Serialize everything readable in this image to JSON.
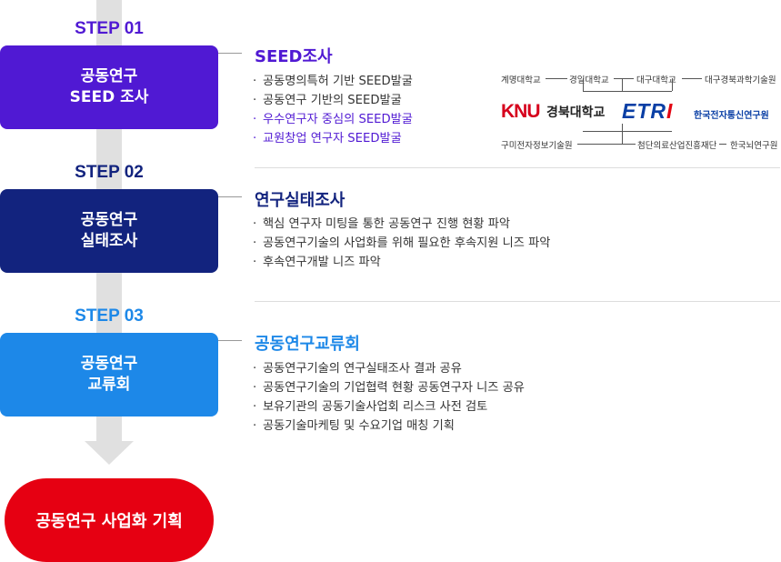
{
  "steps": [
    {
      "label": "STEP 01",
      "line1": "공동연구",
      "line2": "SEED 조사",
      "color": "#5019d3"
    },
    {
      "label": "STEP 02",
      "line1": "공동연구",
      "line2": "실태조사",
      "color": "#12237e"
    },
    {
      "label": "STEP 03",
      "line1": "공동연구",
      "line2": "교류회",
      "color": "#1d88e8"
    }
  ],
  "final": "공동연구 사업화 기획",
  "sections": [
    {
      "title": "SEED조사",
      "color": "#5019d3",
      "items": [
        "공동명의특허 기반 SEED발굴",
        "공동연구 기반의 SEED발굴",
        "우수연구자 중심의 SEED발굴",
        "교원창업 연구자 SEED발굴"
      ]
    },
    {
      "title": "연구실태조사",
      "color": "#12237e",
      "items": [
        "핵심 연구자 미팅을 통한 공동연구 진행 현황 파악",
        "공동연구기술의 사업화를 위해 필요한 후속지원 니즈 파악",
        "후속연구개발 니즈 파악"
      ]
    },
    {
      "title": "공동연구교류회",
      "color": "#1d88e8",
      "items": [
        "공동연구기술의 연구실태조사 결과 공유",
        "공동연구기술의 기업협력 현황 공동연구자 니즈 공유",
        "보유기관의 공동기술사업회 리스크 사전 검토",
        "공동기술마케팅 및 수요기업 매칭 기획"
      ]
    }
  ],
  "bullet_mark": "·",
  "logos": {
    "top_left": "계명대학교",
    "top_mid": "경일대학교",
    "top_right1": "대구대학교",
    "top_right2": "대구경북과학기술원",
    "knu_mark": "KNU",
    "knu_name": "경북대학교",
    "etri_mark_a": "ETR",
    "etri_mark_b": "I",
    "etri_name": "한국전자통신연구원",
    "bottom_left": "구미전자정보기술원",
    "bottom_mid": "첨단의료산업진흥재단",
    "bottom_right": "한국뇌연구원"
  }
}
